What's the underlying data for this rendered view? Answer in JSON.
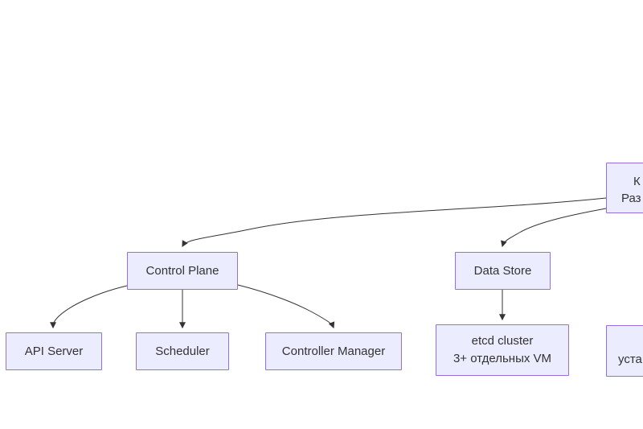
{
  "diagram": {
    "type": "flowchart",
    "colors": {
      "background": "#ffffff",
      "node_fill": "#ECECFF",
      "node_border": "#9370DB",
      "edge_color": "#333333",
      "text_color": "#333333"
    },
    "nodes": {
      "root": {
        "line1": "К",
        "line2": "Раз"
      },
      "control_plane": {
        "label": "Control Plane"
      },
      "data_store": {
        "label": "Data Store"
      },
      "api_server": {
        "label": "API Server"
      },
      "scheduler": {
        "label": "Scheduler"
      },
      "controller_manager": {
        "label": "Controller Manager"
      },
      "etcd": {
        "line1": "etcd cluster",
        "line2": "3+ отдельных VM"
      },
      "bottom_right": {
        "line2": "уста"
      }
    },
    "edges": [
      {
        "from": "root",
        "to": "control_plane"
      },
      {
        "from": "root",
        "to": "data_store"
      },
      {
        "from": "control_plane",
        "to": "api_server"
      },
      {
        "from": "control_plane",
        "to": "scheduler"
      },
      {
        "from": "control_plane",
        "to": "controller_manager"
      },
      {
        "from": "data_store",
        "to": "etcd"
      }
    ]
  }
}
